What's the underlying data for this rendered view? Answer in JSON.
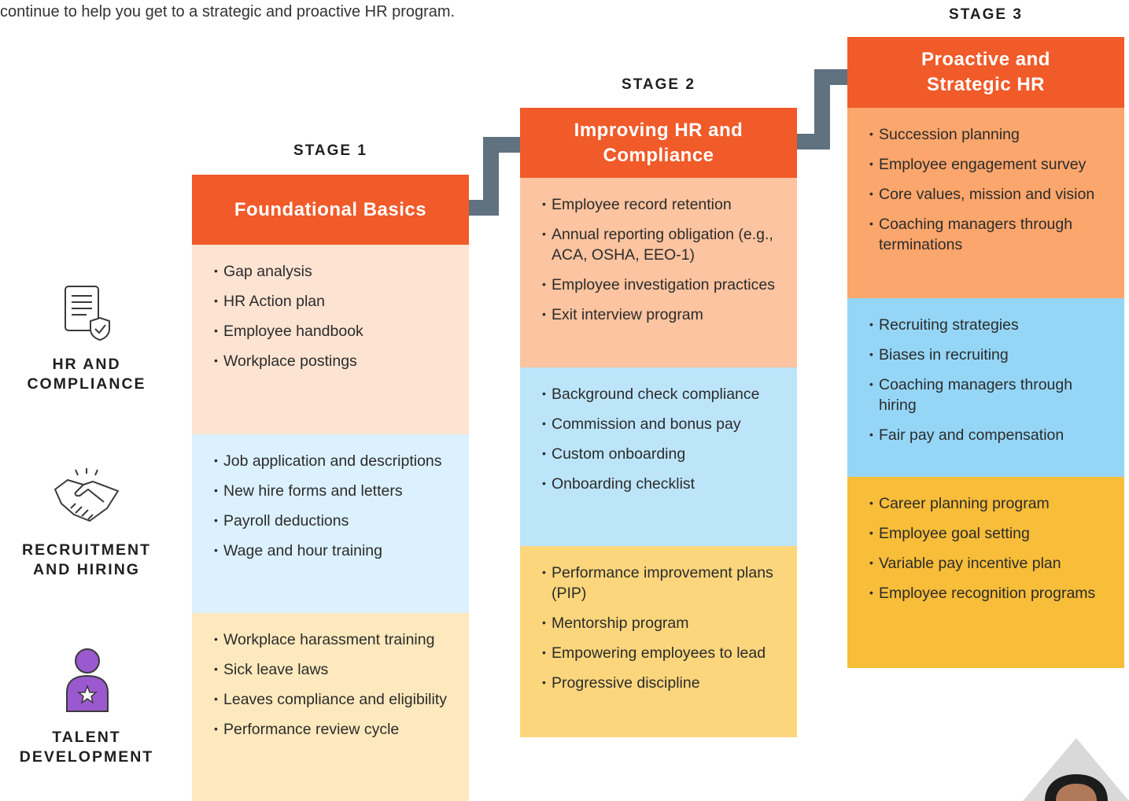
{
  "intro_text": "continue to help you get to a strategic and proactive HR program.",
  "colors": {
    "header": "#f15a29",
    "connector": "#607180",
    "stage1": [
      "#fde3d2",
      "#dbf1fd",
      "#fde9bd"
    ],
    "stage2": [
      "#fcc4a0",
      "#bde5fa",
      "#fbd67d"
    ],
    "stage3": [
      "#fba66c",
      "#95d6f7",
      "#f8bd39"
    ]
  },
  "categories": [
    {
      "label_line1": "HR AND",
      "label_line2": "COMPLIANCE",
      "icon": "document-shield-icon"
    },
    {
      "label_line1": "RECRUITMENT",
      "label_line2": "AND HIRING",
      "icon": "handshake-icon"
    },
    {
      "label_line1": "TALENT",
      "label_line2": "DEVELOPMENT",
      "icon": "person-star-icon"
    }
  ],
  "stages": [
    {
      "label": "STAGE 1",
      "title": "Foundational Basics",
      "sections": [
        [
          "Gap analysis",
          "HR Action plan",
          "Employee handbook",
          "Workplace postings"
        ],
        [
          "Job application and descriptions",
          "New hire forms and letters",
          "Payroll deductions",
          "Wage and hour training"
        ],
        [
          "Workplace harassment training",
          "Sick leave laws",
          "Leaves compliance and eligibility",
          "Performance review cycle"
        ]
      ]
    },
    {
      "label": "STAGE 2",
      "title_line1": "Improving HR and",
      "title_line2": "Compliance",
      "sections": [
        [
          "Employee record retention",
          "Annual reporting obligation (e.g., ACA, OSHA, EEO-1)",
          "Employee investigation practices",
          "Exit interview program"
        ],
        [
          "Background check compliance",
          "Commission and bonus pay",
          "Custom onboarding",
          "Onboarding checklist"
        ],
        [
          "Performance improvement plans (PIP)",
          "Mentorship program",
          "Empowering employees to lead",
          "Progressive discipline"
        ]
      ]
    },
    {
      "label": "STAGE 3",
      "title_line1": "Proactive and",
      "title_line2": "Strategic HR",
      "sections": [
        [
          "Succession planning",
          "Employee engagement survey",
          "Core values, mission and vision",
          "Coaching managers through terminations"
        ],
        [
          "Recruiting strategies",
          "Biases in recruiting",
          "Coaching managers through hiring",
          "Fair pay and compensation"
        ],
        [
          "Career planning program",
          "Employee goal setting",
          "Variable pay incentive plan",
          "Employee recognition programs"
        ]
      ]
    }
  ]
}
